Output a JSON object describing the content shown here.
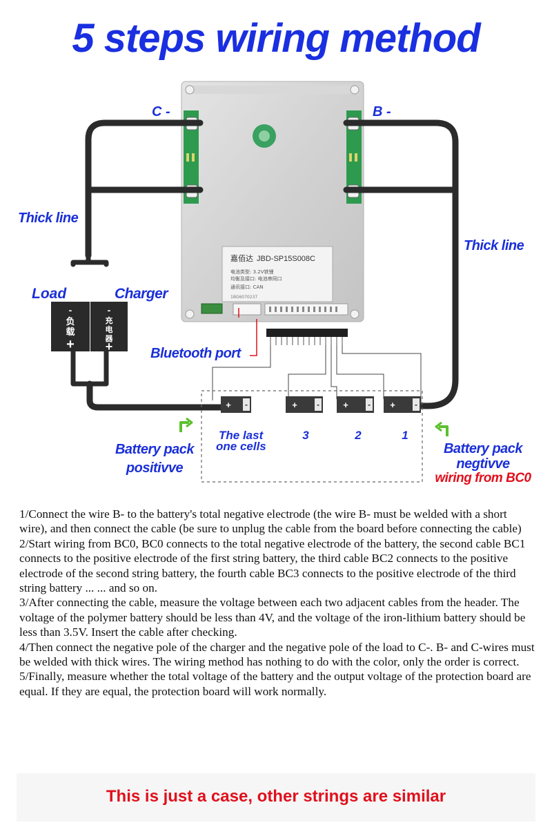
{
  "title": "5 steps wiring method",
  "diagram": {
    "labels": {
      "c_minus": "C -",
      "b_minus": "B -",
      "thick_line_left": "Thick line",
      "thick_line_right": "Thick line",
      "load": "Load",
      "charger": "Charger",
      "bluetooth_port": "Bluetooth port",
      "battery_pack_positive_1": "Battery pack",
      "battery_pack_positive_2": "positivve",
      "battery_pack_negative_1": "Battery pack",
      "battery_pack_negative_2": "negtivve",
      "wiring_from_bc0": "wiring from BC0",
      "last_cells_1": "The last",
      "last_cells_2": "one cells",
      "cell_3": "3",
      "cell_2": "2",
      "cell_1": "1"
    },
    "load_box": {
      "minus": "-",
      "text_1": "负",
      "text_2": "载",
      "plus": "+"
    },
    "charger_box": {
      "minus": "-",
      "text_1": "充",
      "text_2": "电",
      "text_3": "器",
      "plus": "+"
    },
    "board_label": {
      "brand": "嘉佰达",
      "model": "JBD-SP15S008C",
      "line_1": "电池类型: 3.2V铁锂",
      "line_2": "均衡及接口: 电池串同口",
      "line_3": "通讯接口: CAN",
      "serial": "1BG6070237"
    },
    "battery_signs": {
      "plus": "+",
      "minus": "-"
    },
    "colors": {
      "title_blue": "#1a2fe0",
      "label_blue": "#1a2fd8",
      "accent_red": "#e0101c",
      "wire": "#2b2b2b",
      "arrow_green": "#5cc02e"
    }
  },
  "steps": [
    "1/Connect the wire B- to the battery's total negative electrode (the wire B- must be welded with a short wire), and then connect the cable (be sure to unplug the cable from the board before connecting the cable)",
    "2/Start wiring from BC0, BC0 connects to the total negative electrode of the battery, the second cable BC1 connects to the positive electrode of the first string battery, the third cable BC2 connects to the positive electrode of the second string battery, the fourth cable BC3 connects to the positive electrode of the third string battery ... ... and so on.",
    "3/After connecting the cable, measure the voltage between each two adjacent cables from the header. The voltage of the polymer battery should be less than 4V, and the voltage of the iron-lithium battery should be less than 3.5V. Insert the cable after checking.",
    "4/Then connect the negative pole of the charger and the negative pole of the load to C-. B- and C-wires must be welded with thick wires. The wiring method has nothing to do with the color, only the order is correct.",
    "5/Finally, measure whether the total voltage of the battery and the output voltage of the protection board are equal. If they are equal, the protection board will work normally."
  ],
  "footer": "This is just a case, other strings are similar"
}
